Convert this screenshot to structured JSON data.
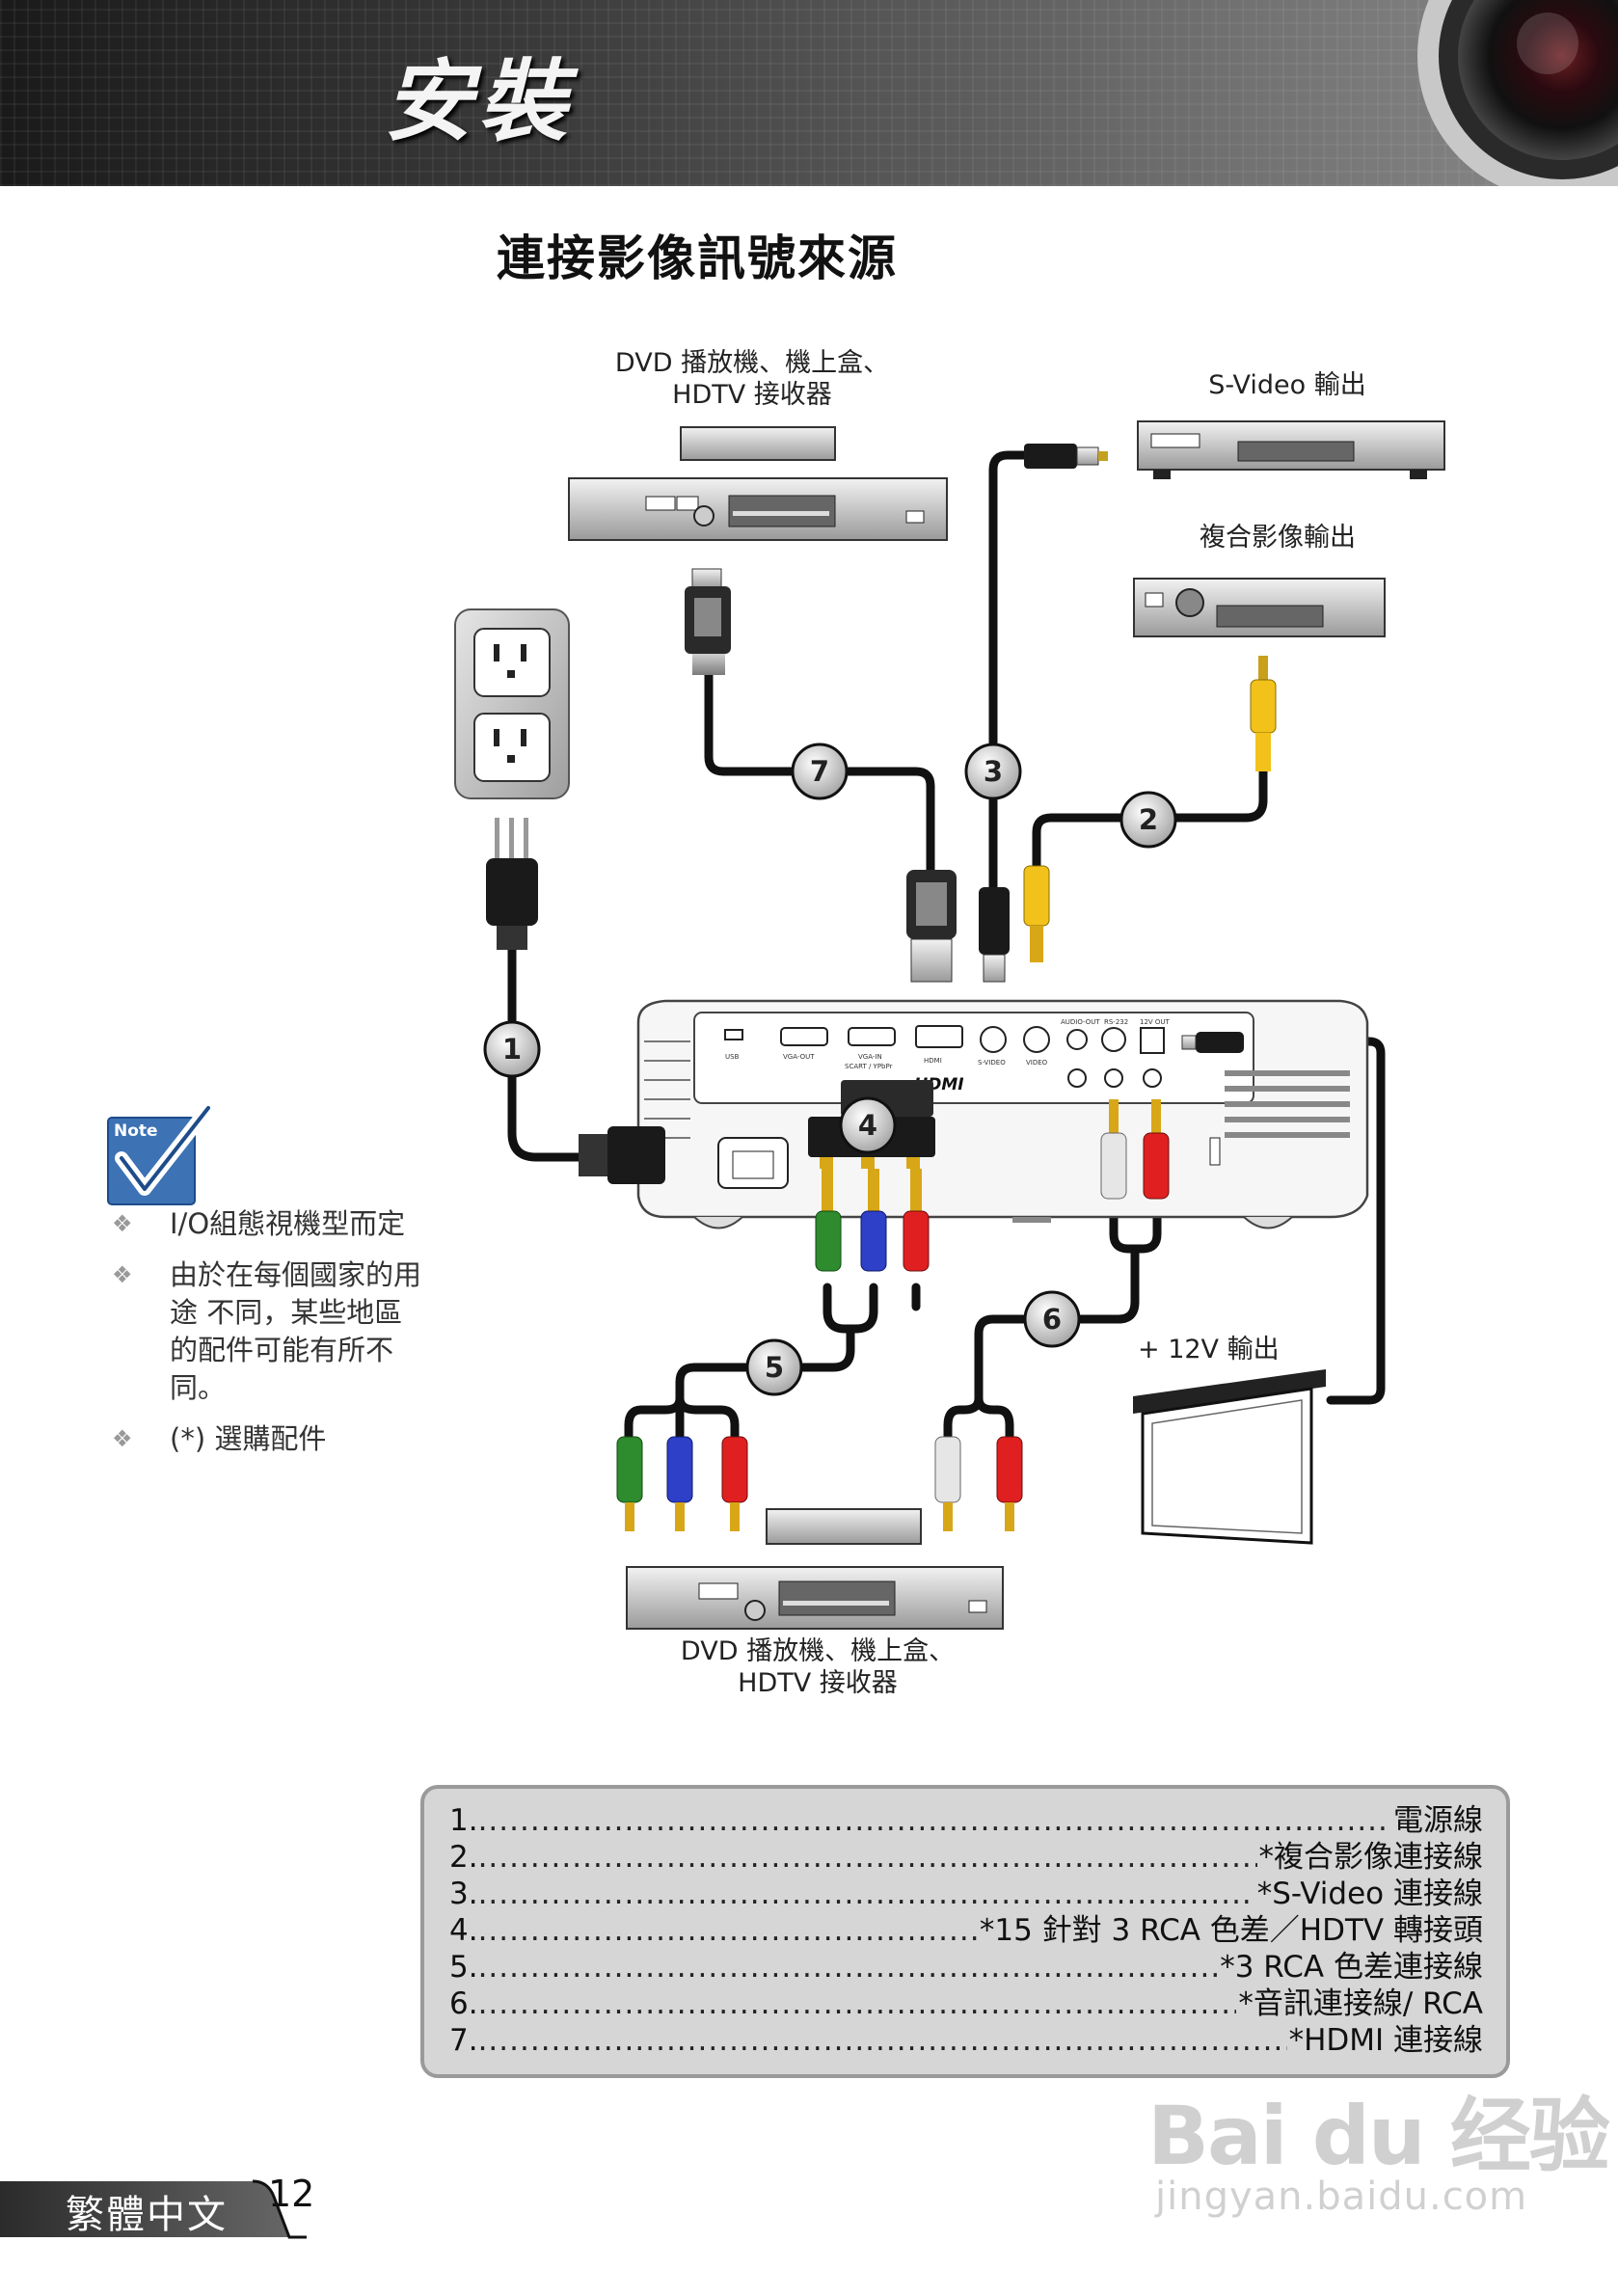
{
  "header": {
    "title": "安裝"
  },
  "section_title": "連接影像訊號來源",
  "labels": {
    "dvd_top_line1": "DVD 播放機、機上盒、",
    "dvd_top_line2": "HDTV 接收器",
    "svideo_out": "S-Video 輸出",
    "composite_out": "複合影像輸出",
    "dvd_bottom_line1": "DVD 播放機、機上盒、",
    "dvd_bottom_line2": "HDTV 接收器",
    "out_12v": "+ 12V 輸出"
  },
  "callouts": [
    "1",
    "2",
    "3",
    "4",
    "5",
    "6",
    "7"
  ],
  "projector_ports": {
    "usb": "USB",
    "vga_out": "VGA-OUT",
    "vga_in": "VGA-IN",
    "scart": "SCART / YPbPr",
    "hdmi": "HDMI",
    "svideo": "S-VIDEO",
    "video": "VIDEO",
    "audio_out": "AUDIO-OUT",
    "rs232": "RS-232",
    "dc12v": "12V OUT",
    "hdmi_logo": "HDMI"
  },
  "note": {
    "badge": "Note",
    "items": [
      "I/O組態視機型而定",
      "由於在每個國家的用途 不同，某些地區的配件可能有所不同。",
      "(*) 選購配件"
    ]
  },
  "legend": [
    {
      "num": "1.",
      "text": "電源線"
    },
    {
      "num": "2.",
      "text": "*複合影像連接線"
    },
    {
      "num": "3.",
      "text": "*S-Video 連接線"
    },
    {
      "num": "4.",
      "text": "*15 針對 3 RCA 色差／HDTV 轉接頭"
    },
    {
      "num": "5.",
      "text": "*3 RCA 色差連接線"
    },
    {
      "num": "6.",
      "text": "*音訊連接線/ RCA"
    },
    {
      "num": "7.",
      "text": "*HDMI 連接線"
    }
  ],
  "footer": {
    "language": "繁體中文",
    "page": "12"
  },
  "watermark": {
    "logo": "Bai du 经验",
    "url": "jingyan.baidu.com"
  },
  "colors": {
    "header_dark": "#1a1a1a",
    "legend_bg": "#d6d6d6",
    "note_blue": "#3d72b4",
    "cable": "#111111"
  }
}
